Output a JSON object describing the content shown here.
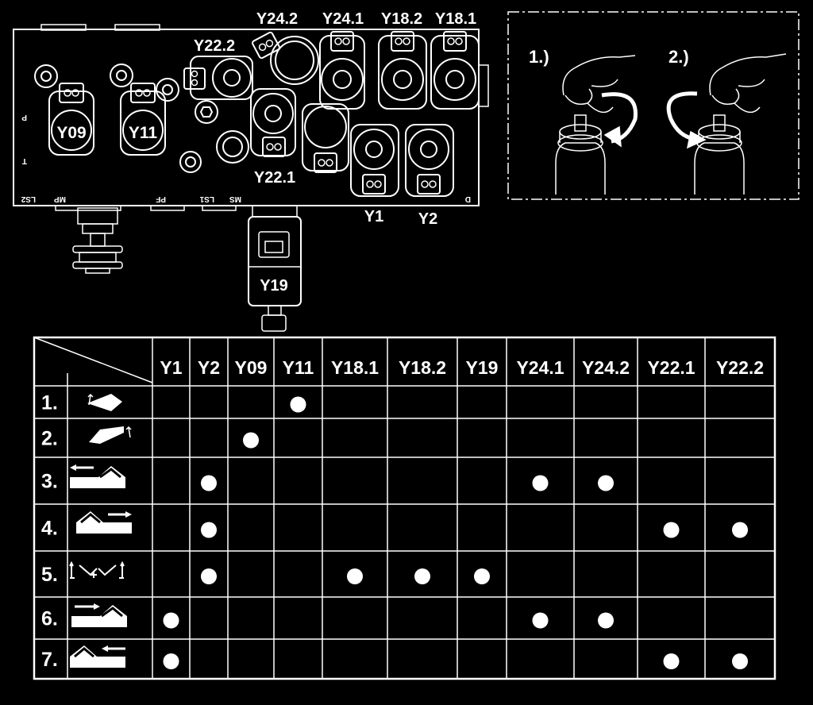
{
  "block": {
    "port_labels": [
      "P",
      "T",
      "LS2",
      "MP",
      "PF",
      "LS1",
      "MS",
      "D"
    ],
    "valves": [
      "Y09",
      "Y11",
      "Y22.2",
      "Y24.2",
      "Y24.1",
      "Y18.2",
      "Y18.1",
      "Y22.1",
      "Y1",
      "Y2",
      "Y19"
    ]
  },
  "steps": {
    "step1": "1.)",
    "step2": "2.)"
  },
  "table": {
    "columns": [
      "Y1",
      "Y2",
      "Y09",
      "Y11",
      "Y18.1",
      "Y18.2",
      "Y19",
      "Y24.1",
      "Y24.2",
      "Y22.1",
      "Y22.2"
    ],
    "rows": [
      {
        "num": "1.",
        "icon": "tilt-up-icon",
        "active": [
          "Y11"
        ]
      },
      {
        "num": "2.",
        "icon": "tilt-down-icon",
        "active": [
          "Y09"
        ]
      },
      {
        "num": "3.",
        "icon": "shift-left-icon",
        "active": [
          "Y2",
          "Y24.1",
          "Y24.2"
        ]
      },
      {
        "num": "4.",
        "icon": "shift-right-icon",
        "active": [
          "Y2",
          "Y22.1",
          "Y22.2"
        ]
      },
      {
        "num": "5.",
        "icon": "float-position-icon",
        "active": [
          "Y2",
          "Y18.1",
          "Y18.2",
          "Y19"
        ]
      },
      {
        "num": "6.",
        "icon": "shift-right-alt-icon",
        "active": [
          "Y1",
          "Y24.1",
          "Y24.2"
        ]
      },
      {
        "num": "7.",
        "icon": "shift-left-alt-icon",
        "active": [
          "Y1",
          "Y22.1",
          "Y22.2"
        ]
      }
    ]
  }
}
